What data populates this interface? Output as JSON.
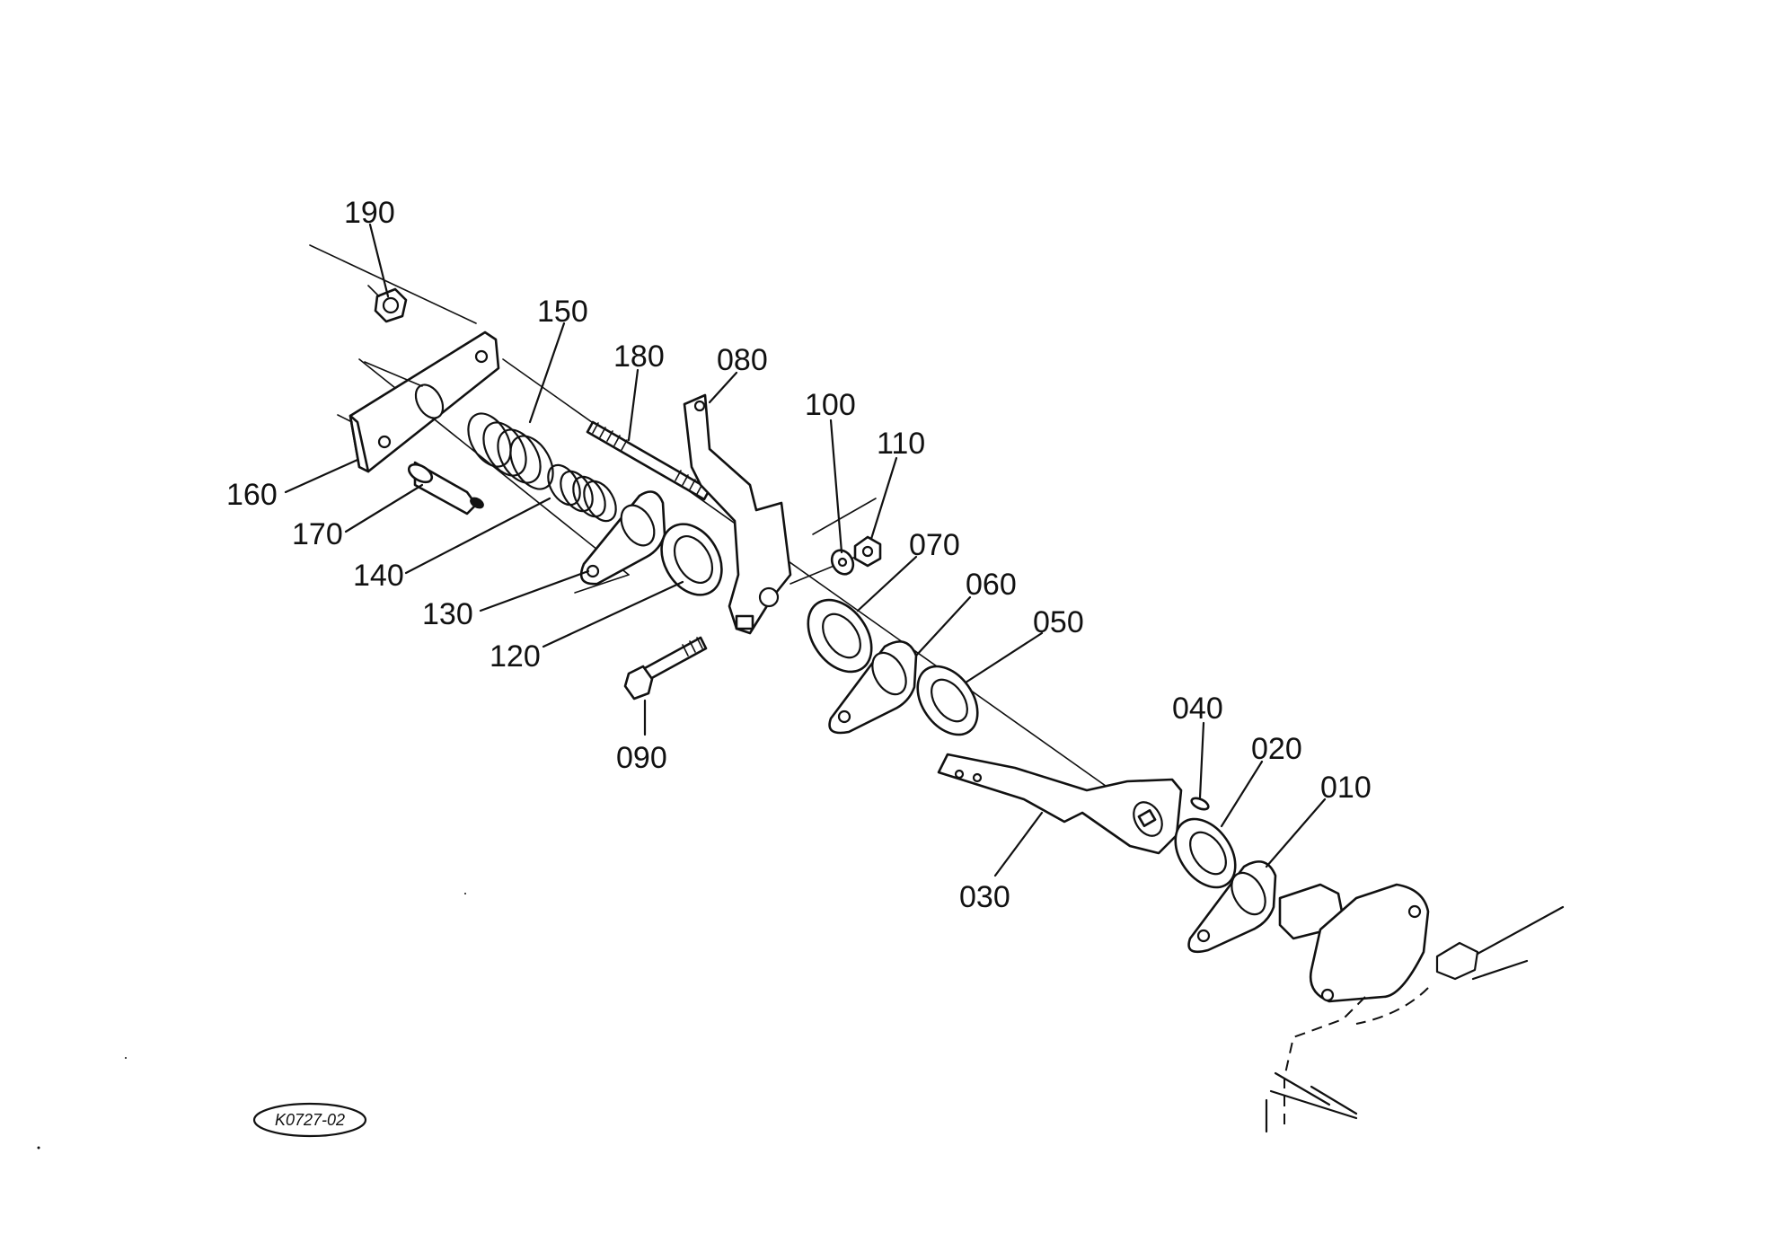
{
  "diagram": {
    "labels": {
      "p010": "010",
      "p020": "020",
      "p030": "030",
      "p040": "040",
      "p050": "050",
      "p060": "060",
      "p070": "070",
      "p080": "080",
      "p090": "090",
      "p100": "100",
      "p110": "110",
      "p120": "120",
      "p130": "130",
      "p140": "140",
      "p150": "150",
      "p160": "160",
      "p170": "170",
      "p180": "180",
      "p190": "190"
    },
    "reference_code": "K0727-02"
  }
}
